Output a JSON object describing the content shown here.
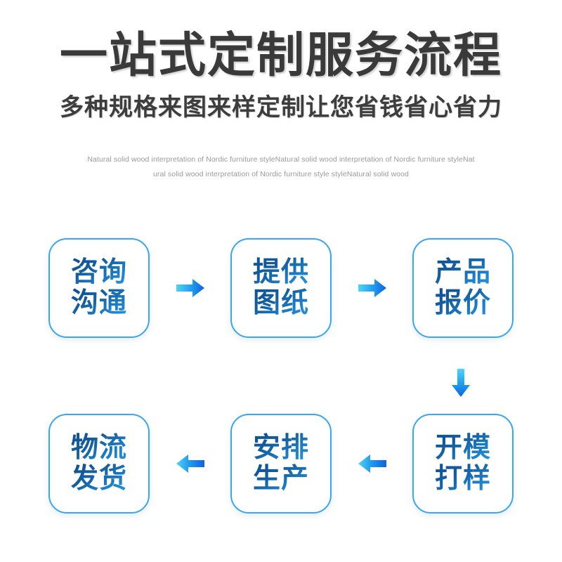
{
  "header": {
    "main_title": "一站式定制服务流程",
    "sub_title": "多种规格来图来样定制让您省钱省心省力"
  },
  "blurb": {
    "line1": "Natural solid wood interpretation of Nordic furniture styleNatural solid wood interpretation of Nordic furniture styleNat",
    "line2": "ural solid wood interpretation of Nordic furniture style styleNatural solid wood"
  },
  "colors": {
    "title_text": "#3a3a3a",
    "blurb_text": "#9a9a9a",
    "node_border": "#3aa6f0",
    "node_text_gradient_start": "#0a4f97",
    "node_text_gradient_end": "#2a96e0",
    "arrow_gradient_start": "#35c8f5",
    "arrow_gradient_end": "#1175e8",
    "background": "#ffffff"
  },
  "flow": {
    "top_row": [
      {
        "line1": "咨询",
        "line2": "沟通"
      },
      {
        "line1": "提供",
        "line2": "图纸"
      },
      {
        "line1": "产品",
        "line2": "报价"
      }
    ],
    "bottom_row": [
      {
        "line1": "物流",
        "line2": "发货"
      },
      {
        "line1": "安排",
        "line2": "生产"
      },
      {
        "line1": "开模",
        "line2": "打样"
      }
    ],
    "arrows": {
      "top_1": "arrow-right-icon",
      "top_2": "arrow-right-icon",
      "down": "arrow-down-icon",
      "bottom_1": "arrow-left-icon",
      "bottom_2": "arrow-left-icon"
    }
  }
}
